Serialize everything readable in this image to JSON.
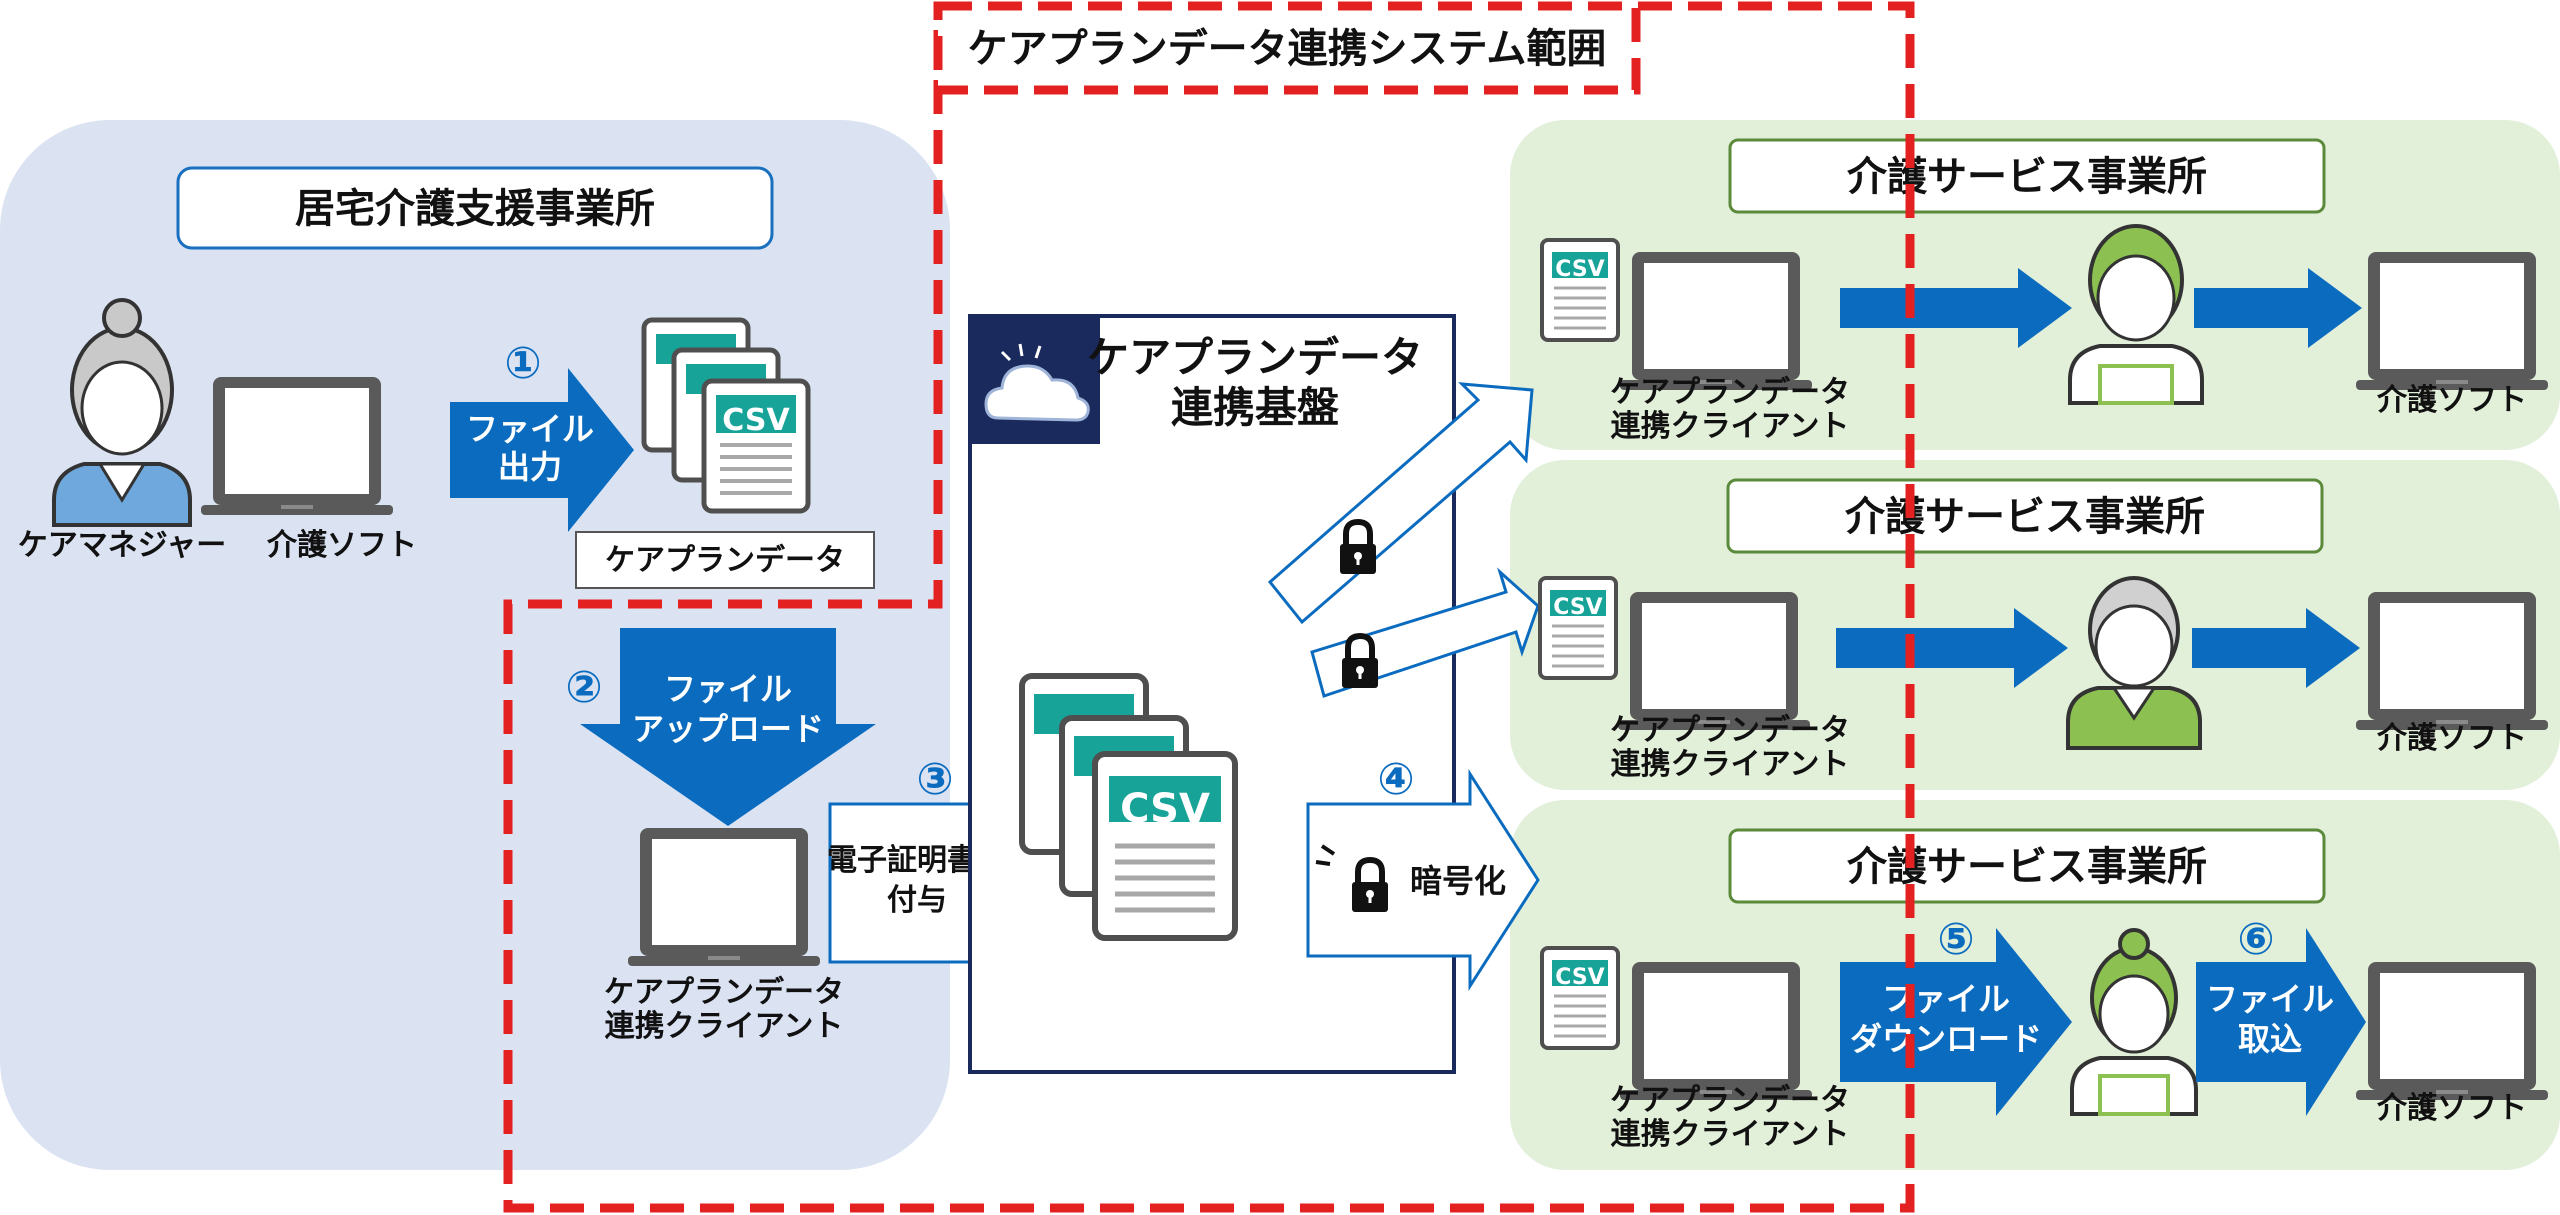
{
  "system_scope_label": "ケアプランデータ連携システム範囲",
  "home_care": {
    "title": "居宅介護支援事業所",
    "care_manager": "ケアマネジャー",
    "software": "介護ソフト",
    "step1": "①",
    "file_output": [
      "ファイル",
      "出力"
    ],
    "csv": "CSV",
    "careplan_data": "ケアプランデータ",
    "step2": "②",
    "file_upload": [
      "ファイル",
      "アップロード"
    ],
    "client": [
      "ケアプランデータ",
      "連携クライアント"
    ],
    "step3": "③",
    "certificate": [
      "電子証明書を",
      "付与"
    ]
  },
  "platform": {
    "title": [
      "ケアプランデータ",
      "連携基盤"
    ],
    "csv": "CSV",
    "step4": "④",
    "encrypt": "暗号化"
  },
  "offices": [
    {
      "title": "介護サービス事業所",
      "csv": "CSV",
      "client": [
        "ケアプランデータ",
        "連携クライアント"
      ],
      "software": "介護ソフト"
    },
    {
      "title": "介護サービス事業所",
      "csv": "CSV",
      "client": [
        "ケアプランデータ",
        "連携クライアント"
      ],
      "software": "介護ソフト"
    },
    {
      "title": "介護サービス事業所",
      "csv": "CSV",
      "client": [
        "ケアプランデータ",
        "連携クライアント"
      ],
      "software": "介護ソフト",
      "step5": "⑤",
      "download": [
        "ファイル",
        "ダウンロード"
      ],
      "step6": "⑥",
      "import": [
        "ファイル",
        "取込"
      ]
    }
  ],
  "colors": {
    "home_bg": "#dbe3f3",
    "office_bg": "#e2efd9",
    "blue_arrow": "#0b6cbf",
    "scope_red": "#e32121",
    "platform_navy": "#1b2a5c",
    "csv_teal": "#17a398"
  }
}
